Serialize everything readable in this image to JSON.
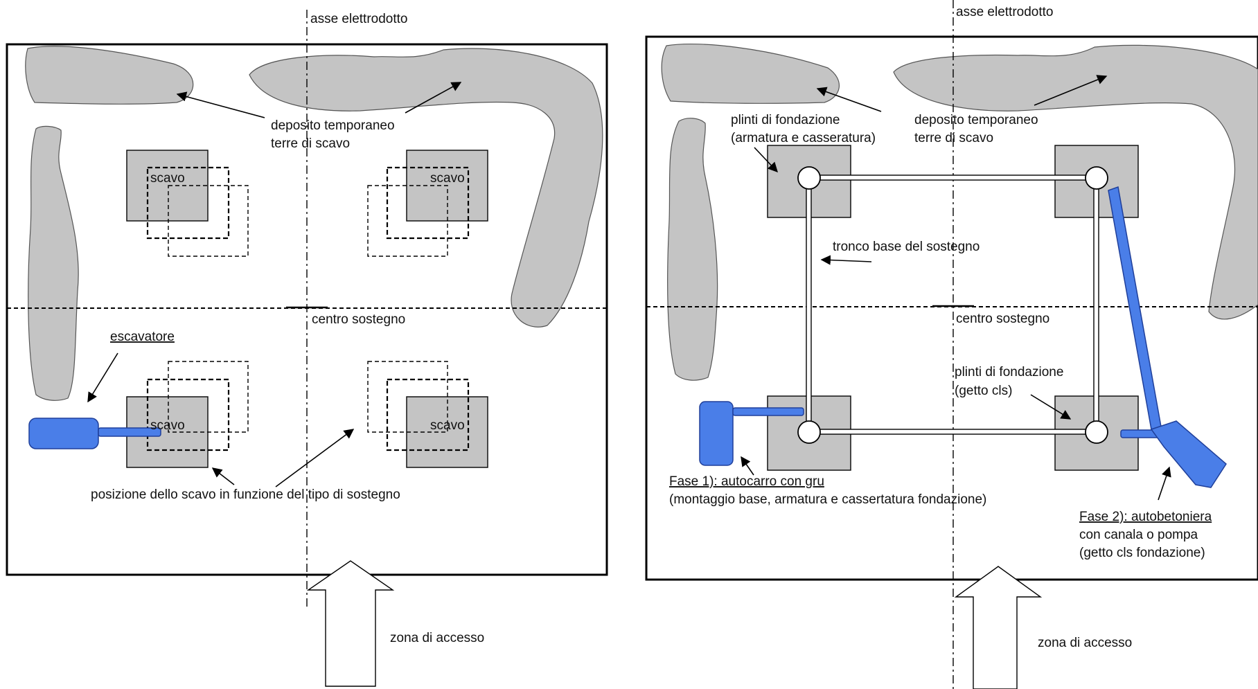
{
  "left_panel": {
    "axis_label": "asse elettrodotto",
    "deposit_label_line1": "deposito temporaneo",
    "deposit_label_line2": "terre di scavo",
    "excavation_label": "scavo",
    "center_label": "centro sostegno",
    "excavator_label": "escavatore",
    "position_label": "posizione dello scavo in funzione del tipo di sostegno",
    "access_label": "zona di accesso"
  },
  "right_panel": {
    "axis_label": "asse elettrodotto",
    "plinths_label_line1": "plinti di fondazione",
    "plinths_label_line2": "(armatura e casseratura)",
    "deposit_label_line1": "deposito temporaneo",
    "deposit_label_line2": "terre di scavo",
    "base_label": "tronco base del sostegno",
    "center_label": "centro sostegno",
    "plinths_cast_line1": "plinti di fondazione",
    "plinths_cast_line2": "(getto cls)",
    "phase1_line1": "Fase 1): autocarro con gru",
    "phase1_line2": "(montaggio base, armatura e cassertatura fondazione)",
    "phase2_line1": "Fase 2): autobetoniera",
    "phase2_line2": "con canala o pompa",
    "phase2_line3": "(getto cls fondazione)",
    "access_label": "zona di accesso"
  },
  "colors": {
    "deposit_fill": "#c4c4c4",
    "machine_fill": "#4a7ee8",
    "machine_stroke": "#1f3f9a"
  }
}
